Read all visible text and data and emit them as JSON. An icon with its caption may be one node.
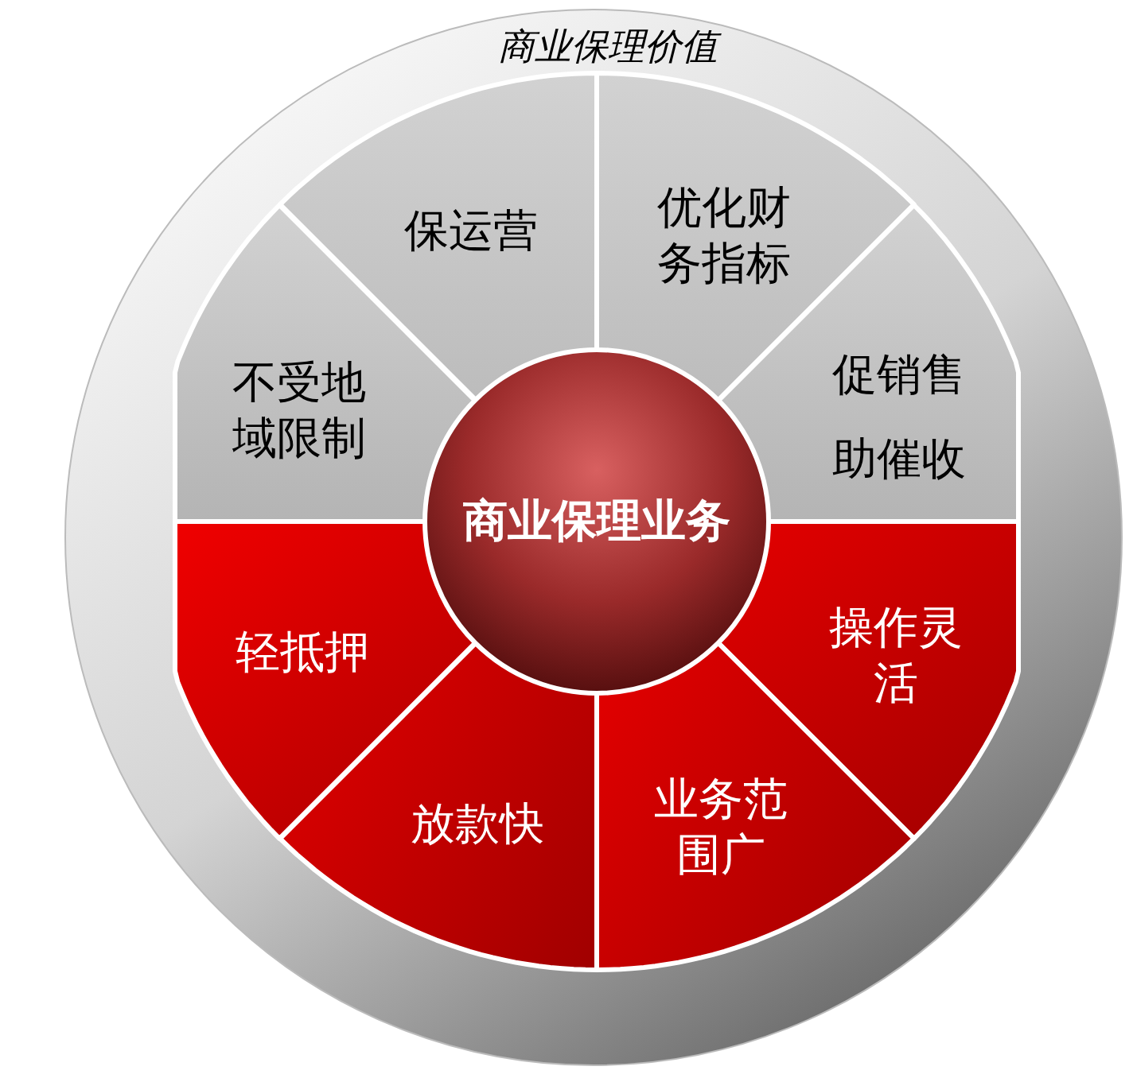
{
  "diagram": {
    "nodes": [
      {
        "text": [
          "商业保理价值"
        ]
      },
      {
        "text": [
          "保运营"
        ],
        "in": 0
      },
      {
        "text": [
          "优化财务指标"
        ],
        "in": 0
      },
      {
        "text": [
          "不受地域限制"
        ],
        "in": 0
      },
      {
        "text": [
          "促销售助催收"
        ],
        "in": 0
      },
      {
        "text": [
          "轻抵押"
        ],
        "in": 0
      },
      {
        "text": [
          "操作灵活"
        ],
        "in": 0
      },
      {
        "text": [
          "放款快"
        ],
        "in": 0
      },
      {
        "text": [
          "业务范围广"
        ],
        "in": 0
      },
      {
        "text": [
          "商业保理业务"
        ],
        "in": 0
      }
    ]
  }
}
